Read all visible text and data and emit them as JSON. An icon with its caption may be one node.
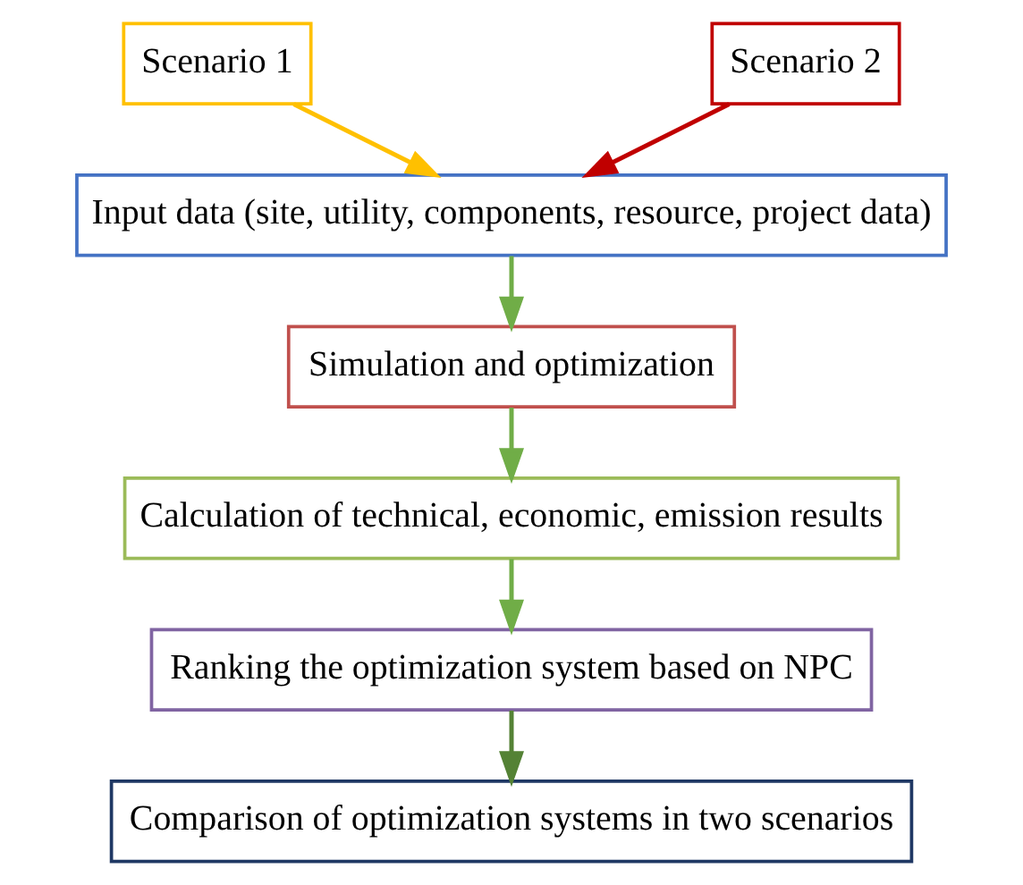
{
  "diagram": {
    "nodes": [
      {
        "text": [
          "Scenario 1"
        ]
      },
      {
        "text": [
          "Scenario 2"
        ]
      },
      {
        "text": [
          "Input data (site, utility, components, resource, project data)"
        ]
      },
      {
        "text": [
          "Simulation and optimization"
        ]
      },
      {
        "text": [
          "Calculation of technical, economic, emission results"
        ]
      },
      {
        "text": [
          "Ranking the optimization system based on NPC"
        ]
      },
      {
        "text": [
          "Comparison of optimization systems in two scenarios"
        ]
      }
    ],
    "edges": [
      {
        "from": 0,
        "to": 2,
        "arrow": "to",
        "color": "#ffc000"
      },
      {
        "from": 1,
        "to": 2,
        "arrow": "to",
        "color": "#c00000"
      },
      {
        "from": 2,
        "to": 3,
        "arrow": "to"
      },
      {
        "from": 3,
        "to": 4,
        "arrow": "to"
      },
      {
        "from": 4,
        "to": 5,
        "arrow": "to"
      },
      {
        "from": 5,
        "to": 6,
        "arrow": "to",
        "color": "#548235"
      }
    ]
  }
}
